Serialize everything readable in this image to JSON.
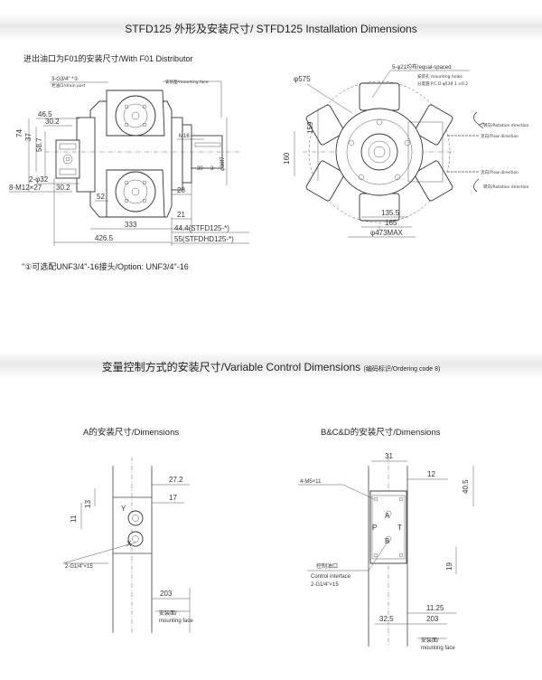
{
  "section1": {
    "title": "STFD125 外形及安装尺寸/ STFD125 Installation Dimensions",
    "subtitle": "进出油口为F01的安装尺寸/With F01 Distributor",
    "option_note": "\"①可选配UNF3/4\"-16接头/Option: UNF3/4\"-16"
  },
  "section2": {
    "title": "变量控制方式的安装尺寸/Variable Control Dimensions",
    "title_small": "(编码标识/Ordering code 8)",
    "caption_a": "A的安装尺寸/Dimensions",
    "caption_bcd": "B&C&D的安装尺寸/Dimensions"
  },
  "side_view": {
    "port_label": "3-G3/4\" *①",
    "drain_port": "泄油口/drain port",
    "mounting_face": "安装面/mounting face",
    "dims": {
      "d46_5": "46.5",
      "d30_2": "30.2",
      "d74": "74",
      "d37": "37",
      "d58_7": "58.7",
      "d2_32": "2-φ32",
      "d8m12": "8-M12×27",
      "d30_2b": "30.2",
      "d52": "52",
      "d28": "28",
      "d21": "21",
      "m16": "M16",
      "d30": "30",
      "d33": "3",
      "d38": "φ38f7",
      "d333": "333",
      "d426": "426.5",
      "d44": "44.4(STFD125-*)",
      "d55": "55(STFDHD125-*)"
    }
  },
  "front_view": {
    "phi575": "φ575",
    "holes": "5-φ21均布/equal-spaced",
    "holes_en1": "安装孔 mounting holes",
    "holes_en2": "分度圆 P.C.D φ539.1 ±0.2",
    "d159": "159",
    "d160": "160",
    "d135": "135.5",
    "d165": "165",
    "d473": "φ473MAX",
    "rot1": "转向/Rotation direction",
    "flow1": "流向/Flow direction",
    "flow2": "流向/Flow direction",
    "rot2": "转向/Rotation direction"
  },
  "a_view": {
    "d27": "27.2",
    "d17": "17",
    "d11": "11",
    "d13": "13",
    "y": "Y",
    "x": "X",
    "port": "2-G1/4\"×15",
    "d203": "203",
    "face": "安装面/",
    "face_en": "mounting face"
  },
  "b_view": {
    "d31": "31",
    "d12": "12",
    "d40": "40.5",
    "m5": "4-M5×11",
    "a": "A",
    "b": "B",
    "p": "P",
    "t": "T",
    "d19": "19",
    "ctrl": "控制油口",
    "ctrl_en": "Control interface",
    "port": "2-G1/4\"×15",
    "d11_25": "11.25",
    "d32": "32.5",
    "d203": "203",
    "face": "安装面/",
    "face_en": "mounting face"
  }
}
